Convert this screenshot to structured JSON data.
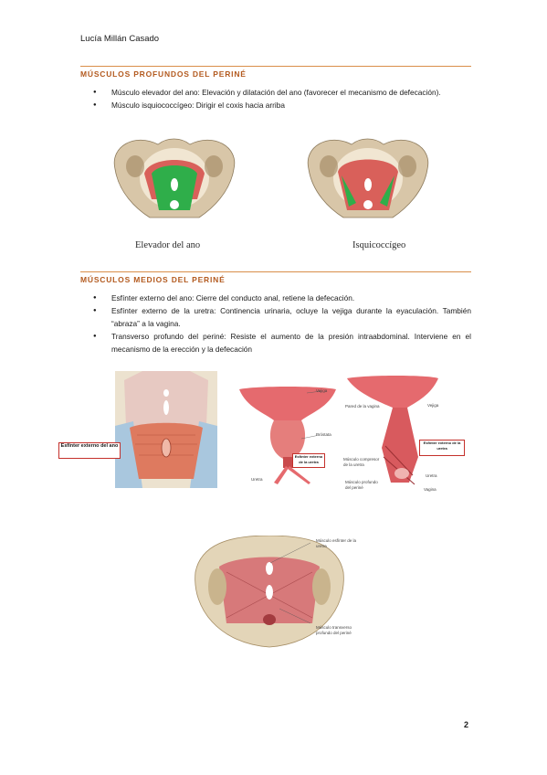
{
  "header": {
    "author": "Lucía Millán Casado"
  },
  "section1": {
    "title": "MÚSCULOS PROFUNDOS DEL PERINÉ",
    "items": [
      "Músculo elevador del ano: Elevación y dilatación del ano (favorecer el mecanismo de defecación).",
      "Músculo isquiococcígeo: Dirigir el coxis hacia arriba"
    ],
    "figures": {
      "left_caption": "Elevador del ano",
      "right_caption": "Isquicoccígeo"
    }
  },
  "section2": {
    "title": "MÚSCULOS MEDIOS DEL PERINÉ",
    "items": [
      "Esfínter externo del ano: Cierre del conducto anal, retiene la defecación.",
      "Esfínter externo de la uretra: Continencia urinaria, ocluye la vejiga durante la eyaculación. También “abraza” a la vagina.",
      "Transverso profundo del periné: Resiste el aumento de la presión intraabdominal. Interviene en el mecanismo de la erección y la defecación"
    ]
  },
  "figure2": {
    "callout_anal": "Esfínter externo del ano",
    "male": {
      "vejiga": "Vejiga",
      "prostata": "Próstata",
      "uretra": "Uretra",
      "callout": "Esfínter externo de la uretra"
    },
    "female": {
      "vejiga": "Vejiga",
      "pared_vagina": "Pared de la vagina",
      "compresor": "Músculo compresor de la uretra",
      "profundo": "Músculo profundo del periné",
      "uretra": "Uretra",
      "vagina": "Vagina",
      "callout": "Esfínter externo de la uretra"
    }
  },
  "figure3": {
    "top_label": "Músculo esfínter de la uretra",
    "bottom_label": "Músculo transverso profundo del periné"
  },
  "footer": {
    "page_number": "2"
  },
  "colors": {
    "accent": "#b35a1f",
    "rule": "#d98e4a",
    "callout": "#c4302b",
    "muscle_green": "#2fae4a",
    "muscle_red": "#d9605a",
    "bone": "#d8c6a8"
  }
}
